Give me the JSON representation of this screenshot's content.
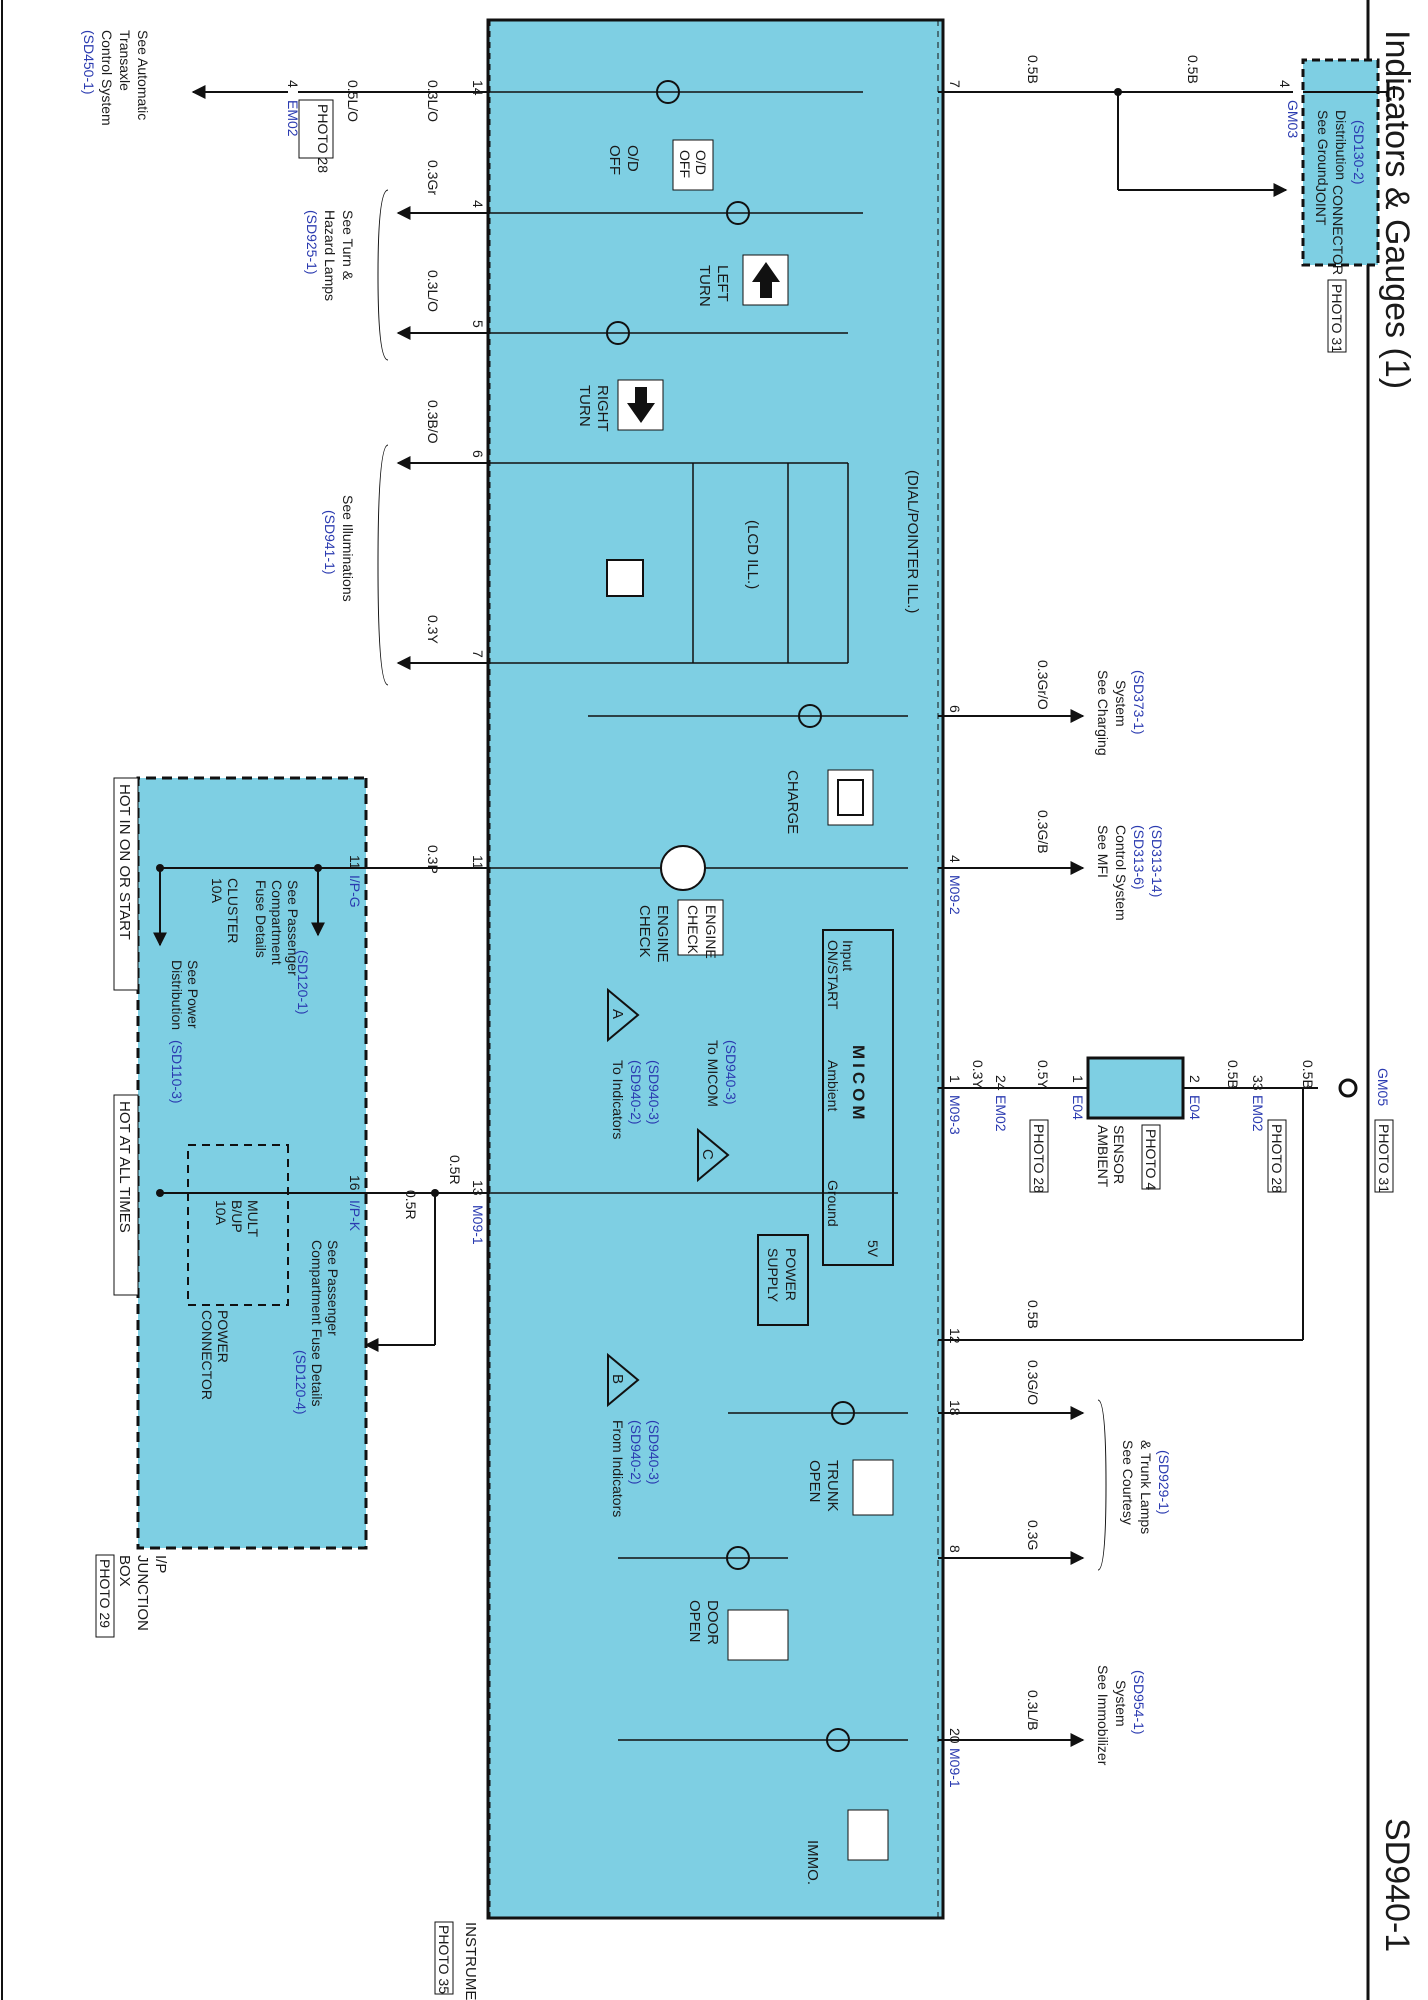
{
  "header": {
    "title": "Indicators & Gauges (1)",
    "code": "SD940-1"
  },
  "colors": {
    "box_fill": "#7ecfe3",
    "wire": "#111111",
    "ref_text": "#2b3bb0"
  },
  "cluster": {
    "name": "INSTRUMENT CLUSTER",
    "photo": "PHOTO 35",
    "micom": "MICOM",
    "micom_labels": {
      "on_start": "ON/START",
      "input": "Input",
      "ambient": "Ambient",
      "ground": "Ground",
      "v5": "5V"
    },
    "power_supply": [
      "POWER",
      "SUPPLY"
    ],
    "connectors": {
      "m09_1": "M09-1",
      "m09_2": "M09-2",
      "m09_3": "M09-3"
    },
    "to_micom": {
      "text": "To MICOM",
      "ref": "(SD940-3)"
    },
    "to_indicators": {
      "text": "To Indicators",
      "refs": [
        "(SD940-2)",
        "(SD940-3)"
      ]
    },
    "from_indicators": {
      "text": "From Indicators",
      "refs": [
        "(SD940-2)",
        "(SD940-3)"
      ]
    },
    "markers": {
      "a": "A",
      "b": "B",
      "c": "C"
    }
  },
  "indicators": {
    "od_off": [
      "O/D",
      "OFF"
    ],
    "left_turn": [
      "LEFT",
      "TURN"
    ],
    "right_turn": [
      "RIGHT",
      "TURN"
    ],
    "dial_pointer_ill": "(DIAL/POINTER ILL.)",
    "lcd_ill": "(LCD ILL.)",
    "charge": "CHARGE",
    "engine_check": [
      "ENGINE",
      "CHECK"
    ],
    "trunk_open": [
      "TRUNK",
      "OPEN"
    ],
    "door_open": [
      "DOOR",
      "OPEN"
    ],
    "immo": "IMMO."
  },
  "right_side": {
    "wires": {
      "p14": {
        "pin": "14",
        "wire": "0.3L/O"
      },
      "p4": {
        "pin": "4",
        "wire": "0.3Gr"
      },
      "p5": {
        "pin": "5",
        "wire": "0.3L/O"
      },
      "p6": {
        "pin": "6",
        "wire": "0.3B/O"
      },
      "p7": {
        "pin": "7",
        "wire": "0.3Y"
      },
      "p11": {
        "pin": "11",
        "wire": "0.3P"
      },
      "p13": {
        "pin": "13",
        "wire": "0.5R"
      }
    },
    "atm": {
      "pin": "4",
      "wire": "0.5L/O",
      "conn": "EM02",
      "photo": "PHOTO 28",
      "text": [
        "See Automatic",
        "Transaxle",
        "Control System"
      ],
      "ref": "(SD450-1)"
    },
    "turn_ref": {
      "text": [
        "See Turn &",
        "Hazard Lamps"
      ],
      "ref": "(SD925-1)"
    },
    "illum_ref": {
      "text": "See Illuminations",
      "ref": "(SD941-1)"
    }
  },
  "junction_box": {
    "name": [
      "I/P",
      "JUNCTION",
      "BOX"
    ],
    "photo": "PHOTO 29",
    "hot_on_start": "HOT IN ON OR START",
    "hot_all_times": "HOT AT ALL TIMES",
    "cluster_fuse": [
      "CLUSTER",
      "10A"
    ],
    "mult_fuse": [
      "MULT",
      "B/UP",
      "10A"
    ],
    "power_connector": [
      "POWER",
      "CONNECTOR"
    ],
    "ipg": {
      "pin": "11",
      "conn": "I/P-G"
    },
    "ipk": {
      "pin": "16",
      "conn": "I/P-K",
      "wire": "0.5R"
    },
    "power_dist": {
      "text": [
        "See Power",
        "Distribution"
      ],
      "ref": "(SD110-3)"
    },
    "pass_fuse_1": {
      "text": [
        "See Passenger",
        "Compartment",
        "Fuse Details"
      ],
      "ref": "(SD120-1)"
    },
    "pass_fuse_4": {
      "text": [
        "See Passenger",
        "Compartment Fuse Details"
      ],
      "ref": "(SD120-4)"
    }
  },
  "left_side": {
    "p7": {
      "pin": "7",
      "wire": "0.5B",
      "wire2": "0.5B"
    },
    "joint": {
      "pin": "4",
      "conn": "GM03",
      "name": [
        "JOINT",
        "CONNECTOR"
      ],
      "photo": "PHOTO 31",
      "text": [
        "See Ground",
        "Distribution"
      ],
      "ref": "(SD130-2)"
    },
    "p6": {
      "pin": "6",
      "wire": "0.3Gr/O",
      "text": [
        "See Charging",
        "System"
      ],
      "ref": "(SD373-1)"
    },
    "p4": {
      "pin": "4",
      "wire": "0.3G/B",
      "text": [
        "See MFI",
        "Control System"
      ],
      "refs": [
        "(SD313-6)",
        "(SD313-14)"
      ]
    },
    "p1": {
      "pin": "1",
      "wire": "0.3Y"
    },
    "em02_top": {
      "pin": "24",
      "conn": "EM02",
      "wire": "0.5Y",
      "photo": "PHOTO 28"
    },
    "sensor": {
      "name": [
        "AMBIENT",
        "SENSOR"
      ],
      "photo": "PHOTO 4",
      "pin1": "1",
      "pin2": "2",
      "conn": "E04"
    },
    "em02_bot": {
      "pin": "33",
      "wire": "0.5B",
      "conn": "EM02",
      "photo": "PHOTO 28"
    },
    "ground": {
      "wire": "0.5B",
      "conn": "GM05",
      "photo": "PHOTO 31"
    },
    "p12": {
      "pin": "12",
      "wire": "0.5B"
    },
    "p18": {
      "pin": "18",
      "wire": "0.3G/O"
    },
    "p8": {
      "pin": "8",
      "wire": "0.3G"
    },
    "courtesy": {
      "text": [
        "See Courtesy",
        "& Trunk Lamps"
      ],
      "ref": "(SD929-1)"
    },
    "p20": {
      "pin": "20",
      "wire": "0.3L/B",
      "text": [
        "See Immobilizer",
        "System"
      ],
      "ref": "(SD954-1)"
    }
  }
}
